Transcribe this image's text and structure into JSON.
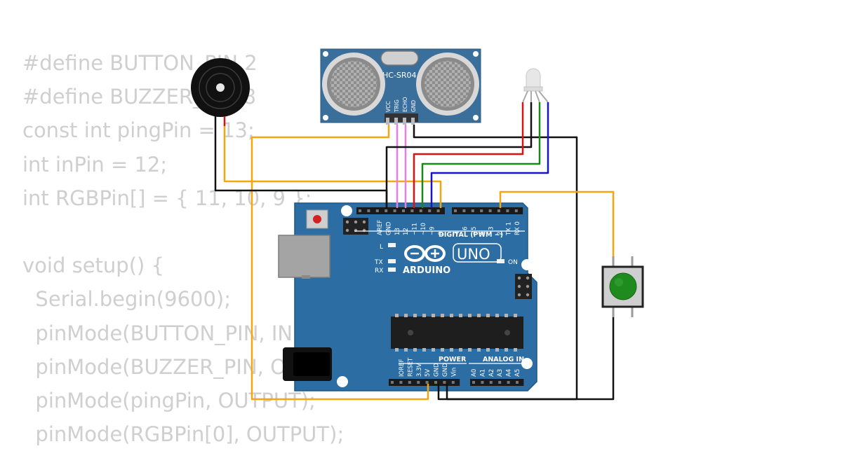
{
  "code_lines": [
    "#define BUTTON_PIN 2",
    "#define BUZZER_PIN 8",
    "const int pingPin = 13;",
    "int inPin = 12;",
    "int RGBPin[] = { 11, 10, 9 };",
    "",
    "void setup() {",
    "  Serial.begin(9600);",
    "  pinMode(BUTTON_PIN, INPUT_PULLUP); // pull-up",
    "  pinMode(BUZZER_PIN, OUTPUT);",
    "  pinMode(pingPin, OUTPUT);",
    "  pinMode(RGBPin[0], OUTPUT);"
  ],
  "sensor": {
    "model": "HC-SR04",
    "pins": [
      "VCC",
      "TRIG",
      "ECHO",
      "GND"
    ]
  },
  "arduino": {
    "logo_text": "ARDUINO",
    "model_badge": "UNO",
    "digital_header_pins": [
      "AREF",
      "GND",
      "13",
      "12",
      "~11",
      "~10",
      "~9",
      "8"
    ],
    "digital_header_pins_2": [
      "7",
      "~6",
      "~5",
      "4",
      "~3",
      "2",
      "TX 1",
      "RX 0"
    ],
    "digital_label": "DIGITAL (PWM ~)",
    "led_l": "L",
    "led_tx": "TX",
    "led_rx": "RX",
    "led_on": "ON",
    "power_pins": [
      "IOREF",
      "RESET",
      "3.3V",
      "5V",
      "GND",
      "GND",
      "Vin"
    ],
    "power_label": "POWER",
    "analog_pins": [
      "A0",
      "A1",
      "A2",
      "A3",
      "A4",
      "A5"
    ],
    "analog_label": "ANALOG IN"
  },
  "wire_colors": {
    "orange": "#f4a60c",
    "black": "#111111",
    "pink": "#e67ee6",
    "red": "#dd1111",
    "green": "#158a15",
    "blue": "#1515cc"
  },
  "colors": {
    "board": "#2c6ea3",
    "sensor_board": "#3a6f9c",
    "button_cap": "#1f8b1f"
  }
}
